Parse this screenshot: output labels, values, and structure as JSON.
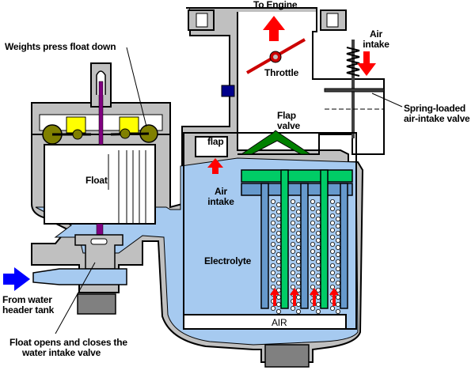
{
  "diagram": {
    "labels": {
      "to_engine": "To Engine",
      "throttle": "Throttle",
      "air_intake_top_1": "Air",
      "air_intake_top_2": "intake",
      "weights": "Weights press float down",
      "flap_valve_1": "Flap",
      "flap_valve_2": "valve",
      "flap": "flap",
      "air_intake_left_1": "Air",
      "air_intake_left_2": "intake",
      "float": "Float",
      "spring_valve_1": "Spring-loaded",
      "spring_valve_2": "air-intake valve",
      "electrolyte": "Electrolyte",
      "from_water_1": "From water",
      "from_water_2": "header tank",
      "float_opens_1": "Float opens and closes the",
      "float_opens_2": "water intake valve",
      "air_box": "AIR"
    },
    "colors": {
      "casing": "#c0c0c0",
      "water": "#a6caf0",
      "electrode_blue": "#6699cc",
      "electrode_green": "#00cc66",
      "arrow_red": "#ff0000",
      "arrow_blue": "#0000ff",
      "weight_olive": "#808000",
      "yellow": "#ffff00",
      "rod_purple": "#800080",
      "flap_green": "#008000",
      "drain_plug": "#808080"
    }
  }
}
